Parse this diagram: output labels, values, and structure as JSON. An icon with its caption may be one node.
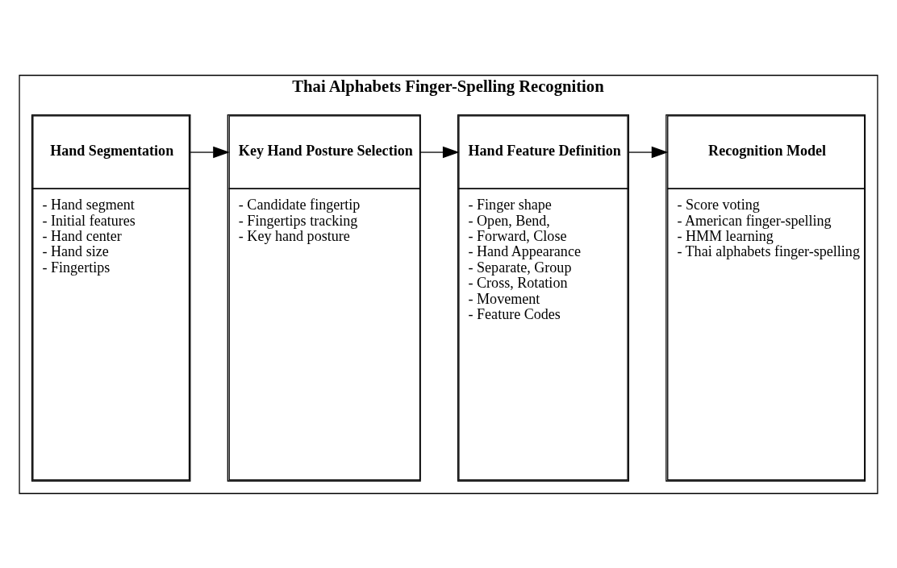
{
  "diagram": {
    "nodes": [
      {
        "text": [
          "Thai Alphabets Finger-Spelling Recognition"
        ]
      },
      {
        "text": [
          "Hand Segmentation",
          "- Hand segment",
          "- Initial features",
          "- Hand center",
          "- Hand size",
          "- Fingertips"
        ],
        "in": 0
      },
      {
        "text": [
          "Key Hand Posture Selection",
          "- Candidate fingertip",
          "- Fingertips tracking",
          "- Key hand posture"
        ],
        "in": 0
      },
      {
        "text": [
          "Hand Feature Definition",
          "- Finger shape",
          "- Open, Bend,",
          "- Forward, Close",
          "- Hand Appearance",
          "- Separate, Group",
          "- Cross, Rotation",
          "- Movement",
          "- Feature Codes"
        ],
        "in": 0
      },
      {
        "text": [
          "Recognition Model",
          "- Score voting",
          "- American finger-spelling",
          "- HMM learning",
          "- Thai alphabets finger-spelling"
        ],
        "in": 0
      }
    ],
    "edges": [
      {
        "from": 1,
        "to": 2,
        "arrow": "to"
      },
      {
        "from": 2,
        "to": 3,
        "arrow": "to"
      },
      {
        "from": 3,
        "to": 4,
        "arrow": "to"
      }
    ]
  }
}
